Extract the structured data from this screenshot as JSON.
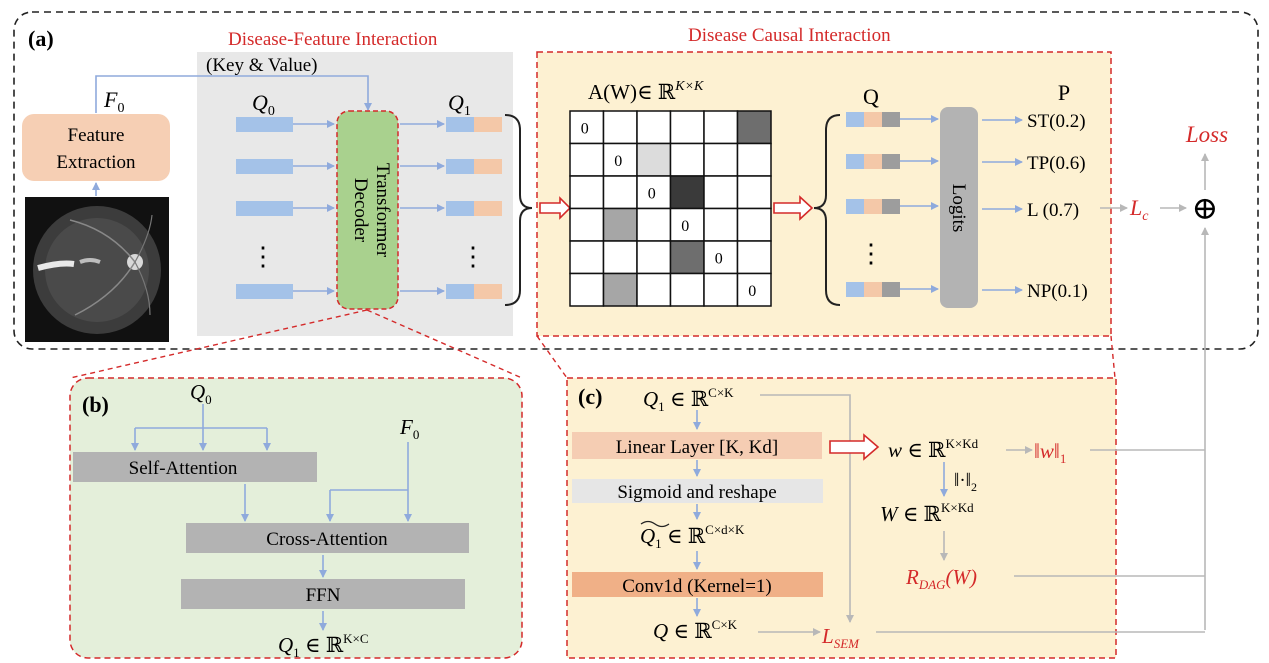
{
  "panel_a": {
    "label": "(a)",
    "dfi_title": "Disease-Feature Interaction",
    "dci_title": "Disease Causal Interaction",
    "key_value": "(Key & Value)",
    "f0": "F",
    "f0_sub": "0",
    "feature_extraction": [
      "Feature",
      "Extraction"
    ],
    "q0": "Q",
    "q0_sub": "0",
    "q1": "Q",
    "q1_sub": "1",
    "vdots": "⋮",
    "transformer_decoder": [
      "Transformer",
      "Decoder"
    ],
    "matrix_label": "A(W)∈ ℝ",
    "matrix_sup": "K×K",
    "matrix_diag": [
      "0",
      "0",
      "0",
      "0",
      "0",
      "0"
    ],
    "q_label": "Q",
    "p_label": "P",
    "logits": "Logits",
    "outputs": [
      "ST(0.2)",
      "TP(0.6)",
      "L (0.7)",
      "NP(0.1)"
    ],
    "lc": "L",
    "lc_sub": "c",
    "loss": "Loss",
    "oplus": "⊕"
  },
  "panel_b": {
    "label": "(b)",
    "q0": "Q",
    "q0_sub": "0",
    "f0": "F",
    "f0_sub": "0",
    "self_attention": "Self-Attention",
    "cross_attention": "Cross-Attention",
    "ffn": "FFN",
    "q1": "Q",
    "q1_sub": "1",
    "q1_dim": " ∈ ℝ",
    "q1_sup": "K×C"
  },
  "panel_c": {
    "label": "(c)",
    "q1": "Q",
    "q1_sub": "1",
    "q1_dim": " ∈ ℝ",
    "q1_sup": "C×K",
    "linear": "Linear Layer [K, Kd]",
    "sigmoid": "Sigmoid and reshape",
    "qtilde": "Q",
    "qtilde_sub": "1",
    "qtilde_dim": " ∈ ℝ",
    "qtilde_sup": "C×d×K",
    "conv": "Conv1d (Kernel=1)",
    "q": "Q",
    "q_dim": " ∈ ℝ",
    "q_sup": "C×K",
    "w_small": "w",
    "w_dim": " ∈ ℝ",
    "w_sup": "K×Kd",
    "w_norm1": "‖w‖",
    "w_norm1_sub": "1",
    "norm2": "‖·‖",
    "norm2_sub": "2",
    "w_big": "W",
    "w_big_dim": "  ∈ ℝ",
    "w_big_sup": "K×Kd",
    "rdag": "R",
    "rdag_sub": "DAG",
    "rdag_arg": "(W)",
    "lsem": "L",
    "lsem_sub": "SEM"
  },
  "colors": {
    "blue_token": "#a4c2e8",
    "peach_token": "#f4c8a8",
    "gray_token": "#9d9d9d",
    "feature_box": "#f6cfb4",
    "decoder_box": "#a9d18e",
    "panel_b_bg": "#e4efda",
    "panel_c_bg": "#fdf1d2",
    "gray_panel": "#e8e8e8",
    "red": "#d42a2a",
    "arrow_blue": "#8faadc"
  },
  "matrix_shading": [
    [
      "w",
      "w",
      "w",
      "w",
      "w",
      "d"
    ],
    [
      "w",
      "w",
      "l",
      "w",
      "w",
      "w"
    ],
    [
      "w",
      "w",
      "w",
      "k",
      "w",
      "w"
    ],
    [
      "w",
      "m",
      "w",
      "w",
      "w",
      "w"
    ],
    [
      "w",
      "w",
      "w",
      "d",
      "w",
      "w"
    ],
    [
      "w",
      "m",
      "w",
      "w",
      "w",
      "w"
    ]
  ]
}
